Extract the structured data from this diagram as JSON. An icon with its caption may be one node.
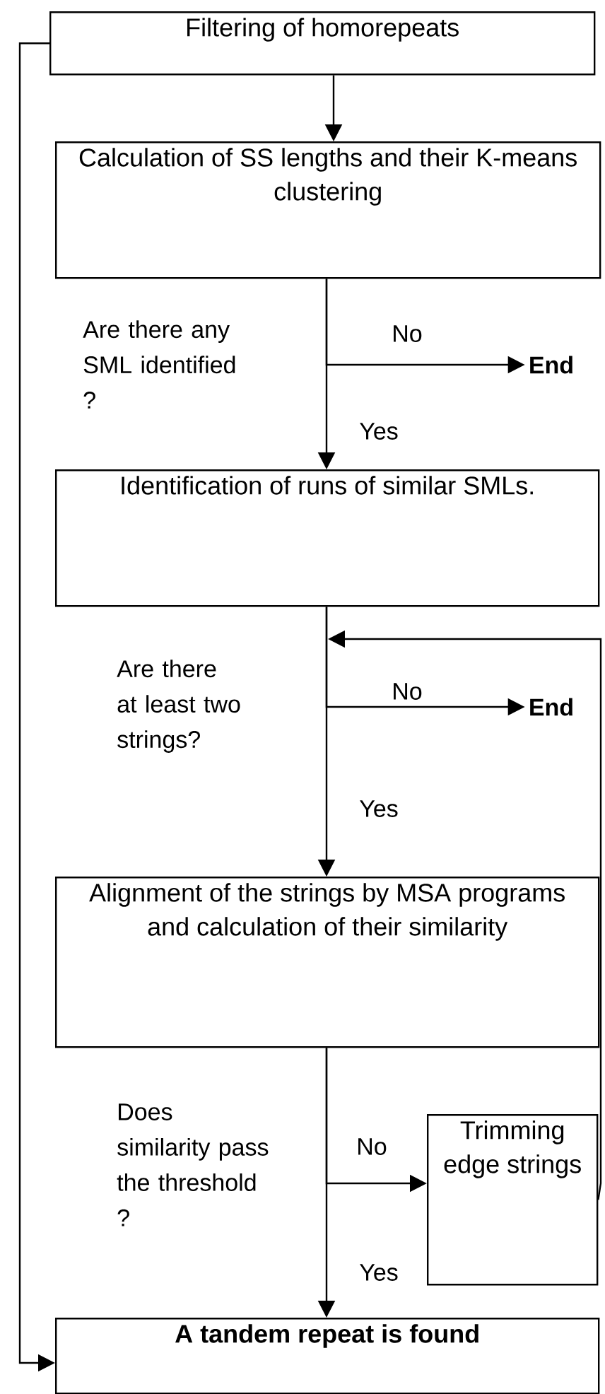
{
  "diagram": {
    "nodes": [
      {
        "text": [
          "Filtering of homorepeats"
        ]
      },
      {
        "text": [
          "Calculation of SS lengths and their K-means clustering"
        ]
      },
      {
        "text": [
          "End"
        ]
      },
      {
        "text": [
          "Identification of runs of similar SMLs."
        ]
      },
      {
        "text": [
          "End"
        ]
      },
      {
        "text": [
          "Alignment of the strings by MSA programs and calculation of their similarity"
        ]
      },
      {
        "text": [
          "Trimming edge strings"
        ]
      },
      {
        "text": [
          "A tandem repeat is found"
        ]
      }
    ],
    "edges": [
      {
        "from": 0,
        "to": 1,
        "arrow": "to"
      },
      {
        "from": 1,
        "to": 2,
        "arrow": "to",
        "label": "No"
      },
      {
        "from": 1,
        "to": 3,
        "arrow": "to",
        "label": "Yes"
      },
      {
        "from": 3,
        "to": 4,
        "arrow": "to",
        "label": "No"
      },
      {
        "from": 3,
        "to": 5,
        "arrow": "to",
        "label": "Yes"
      },
      {
        "from": 5,
        "to": 6,
        "arrow": "to",
        "label": "No"
      },
      {
        "from": 5,
        "to": 7,
        "arrow": "to",
        "label": "Yes"
      },
      {
        "from": 6,
        "to": 3,
        "arrow": "to"
      },
      {
        "from": 0,
        "to": 7,
        "arrow": "to"
      }
    ],
    "labels": [
      "Are there any SML identified ?",
      "Are there at least two strings?",
      "Does similarity pass the threshold ?"
    ]
  }
}
